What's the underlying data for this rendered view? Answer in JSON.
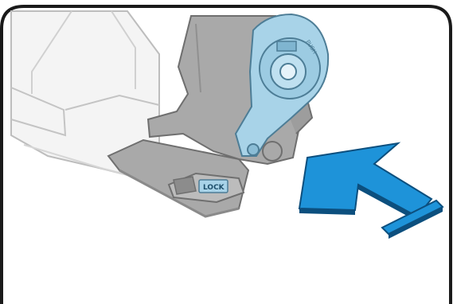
{
  "figure": {
    "kind": "instruction-illustration",
    "colors": {
      "frame": "#1a1a1a",
      "printer_body": "#f3f3f3",
      "gray_part": "#a9a9a9",
      "gray_dark": "#8c8c8c",
      "blue_part": "#a8d3e8",
      "arrow_blue": "#1e93d9",
      "arrow_dark": "#0c4f7e"
    },
    "spool_flange_text": "PUSH",
    "lever_label": "LOCK",
    "arrow_direction": "push-left"
  }
}
